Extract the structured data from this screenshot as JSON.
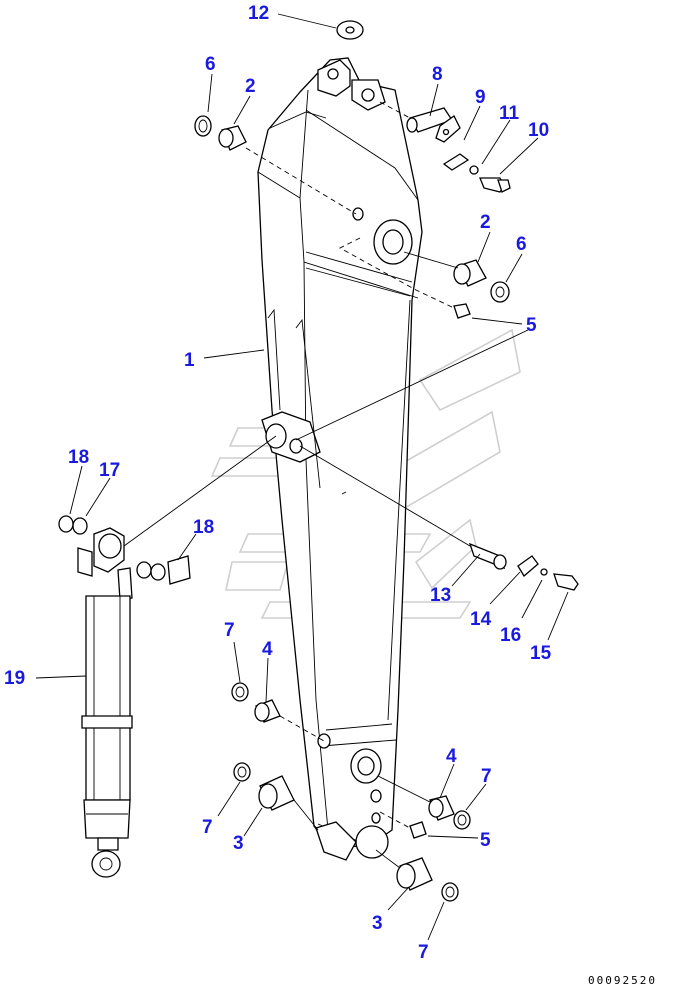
{
  "diagram": {
    "callouts": [
      {
        "id": "c12",
        "text": "12"
      },
      {
        "id": "c6a",
        "text": "6"
      },
      {
        "id": "c2a",
        "text": "2"
      },
      {
        "id": "c8",
        "text": "8"
      },
      {
        "id": "c9",
        "text": "9"
      },
      {
        "id": "c11",
        "text": "11"
      },
      {
        "id": "c10",
        "text": "10"
      },
      {
        "id": "c2b",
        "text": "2"
      },
      {
        "id": "c6b",
        "text": "6"
      },
      {
        "id": "c5a",
        "text": "5"
      },
      {
        "id": "c1",
        "text": "1"
      },
      {
        "id": "c18a",
        "text": "18"
      },
      {
        "id": "c17",
        "text": "17"
      },
      {
        "id": "c18b",
        "text": "18"
      },
      {
        "id": "c13",
        "text": "13"
      },
      {
        "id": "c14",
        "text": "14"
      },
      {
        "id": "c16",
        "text": "16"
      },
      {
        "id": "c15",
        "text": "15"
      },
      {
        "id": "c19",
        "text": "19"
      },
      {
        "id": "c7a",
        "text": "7"
      },
      {
        "id": "c4a",
        "text": "4"
      },
      {
        "id": "c4b",
        "text": "4"
      },
      {
        "id": "c7b",
        "text": "7"
      },
      {
        "id": "c7c",
        "text": "7"
      },
      {
        "id": "c3a",
        "text": "3"
      },
      {
        "id": "c5b",
        "text": "5"
      },
      {
        "id": "c3b",
        "text": "3"
      },
      {
        "id": "c7d",
        "text": "7"
      }
    ],
    "drawing_number": "00092520",
    "colors": {
      "label": "#1a1adf",
      "line": "#000000",
      "watermark": "#cfcfcf"
    }
  }
}
